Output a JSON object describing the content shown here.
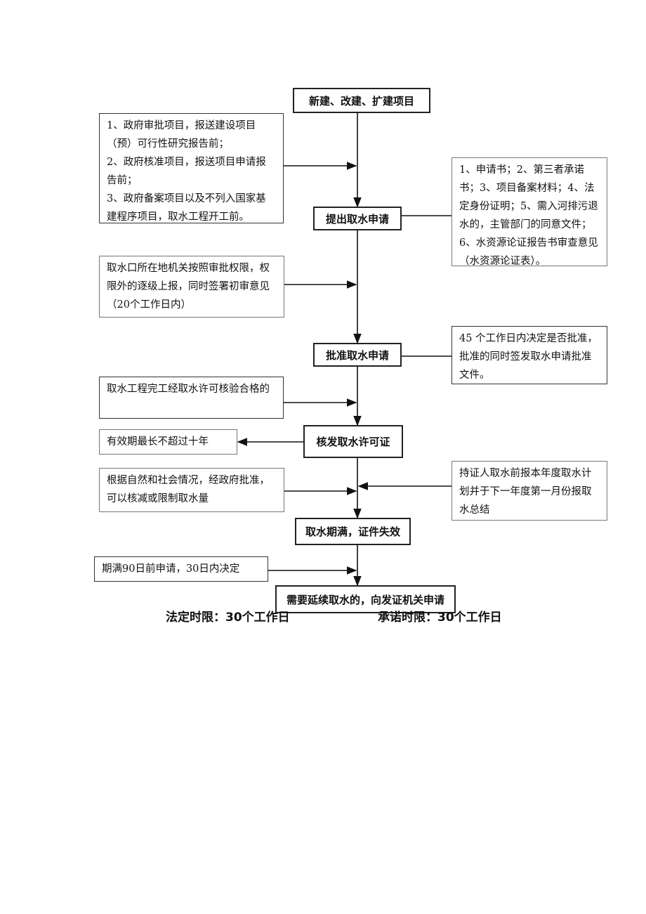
{
  "steps": {
    "s1": "新建、改建、扩建项目",
    "s2": "提出取水申请",
    "s3": "批准取水申请",
    "s4": "核发取水许可证",
    "s5": "取水期满，证件失效",
    "s6": "需要延续取水的，向发证机关申请"
  },
  "notes": {
    "left_project_types": "1、政府审批项目，报送建设项目（预）可行性研究报告前；\n2、政府核准项目，报送项目申请报告前；\n3、政府备案项目以及不列入国家基建程序项目，取水工程开工前。",
    "right_materials": "1、申请书；2、第三者承诺书；3、项目备案材料；4、法定身份证明；5、需入河排污退水的，主管部门的同意文件；6、水资源论证报告书审查意见（水资源论证表）。",
    "left_initial_review": "取水口所在地机关按照审批权限，权限外的逐级上报，同时签署初审意见（20个工作日内）",
    "right_decision": "45 个工作日内决定是否批准，批准的同时签发取水申请批准文件。",
    "left_acceptance": "取水工程完工经取水许可核验合格的",
    "left_validity": "有效期最长不超过十年",
    "left_reduction": "根据自然和社会情况，经政府批准，可以核减或限制取水量",
    "right_annual_report": "持证人取水前报本年度取水计划并于下一年度第一月份报取水总结",
    "left_renewal": "期满90日前申请，30日内决定"
  },
  "footer": {
    "legal_limit": "法定时限：30个工作日",
    "promised_limit": "承诺时限：30个工作日"
  }
}
